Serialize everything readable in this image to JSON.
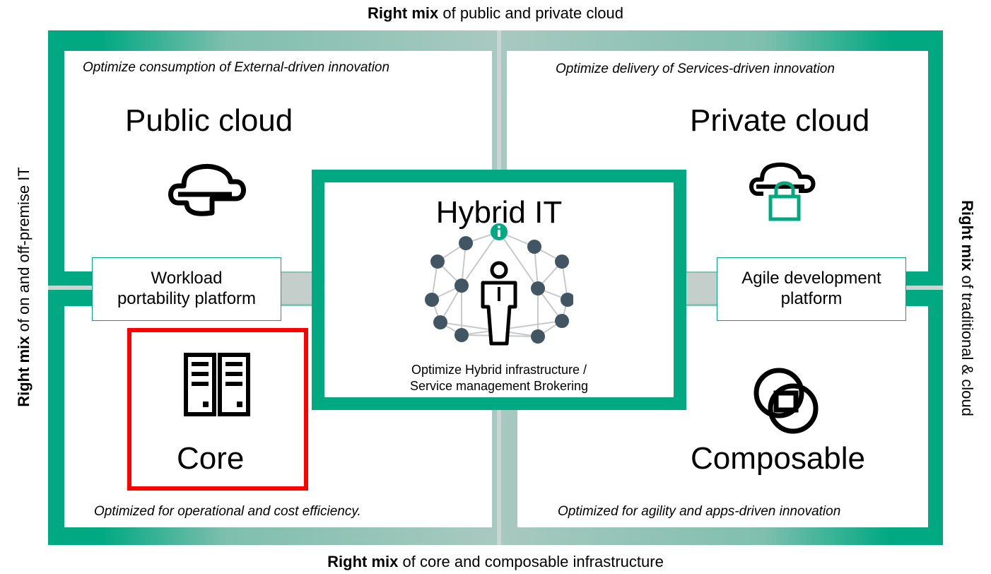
{
  "axes": {
    "top": {
      "bold": "Right mix",
      "rest": " of public and private cloud"
    },
    "bottom": {
      "bold": "Right mix",
      "rest": " of core and composable infrastructure"
    },
    "left": {
      "bold": "Right mix",
      "rest": " of on and off-premise IT"
    },
    "right": {
      "bold": "Right mix",
      "rest": " of traditional & cloud"
    }
  },
  "quadrants": {
    "public": {
      "subtitle": "Optimize consumption of External-driven innovation",
      "title": "Public cloud",
      "icon": "cloud-icon"
    },
    "private": {
      "subtitle": "Optimize delivery of Services-driven innovation",
      "title": "Private cloud",
      "icon": "cloud-lock-icon"
    },
    "core": {
      "subtitle": "Optimized for operational and cost efficiency.",
      "title": "Core",
      "icon": "server-rack-icon"
    },
    "composable": {
      "subtitle": "Optimized for agility and apps-driven innovation",
      "title": "Composable",
      "icon": "overlapping-shapes-icon"
    }
  },
  "platforms": {
    "left": {
      "line1": "Workload",
      "line2": "portability platform"
    },
    "right": {
      "line1": "Agile development",
      "line2": "platform"
    }
  },
  "hybrid": {
    "title": "Hybrid IT",
    "caption_line1": "Optimize Hybrid infrastructure /",
    "caption_line2": "Service management Brokering",
    "icon": "person-network-icon"
  },
  "colors": {
    "accent": "#01a982",
    "highlight": "#ff0000",
    "node": "#425563"
  }
}
